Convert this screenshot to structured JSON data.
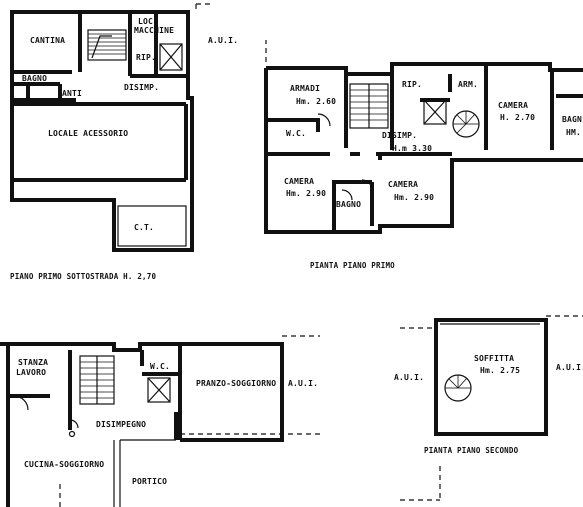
{
  "plans": {
    "basement": {
      "caption": "PIANO PRIMO SOTTOSTRADA  H. 2,70",
      "rooms": {
        "cantina": "CANTINA",
        "loc_macchine_1": "LOC.",
        "loc_macchine_2": "MACCHINE",
        "rip": "RIP.",
        "aui": "A.U.I.",
        "bagno": "BAGNO",
        "anti": "ANTI",
        "disimp": "DISIMP.",
        "locale_accessorio": "LOCALE  ACESSORIO",
        "ct": "C.T."
      }
    },
    "first_floor": {
      "caption": "PIANTA PIANO PRIMO",
      "rooms": {
        "armadi": "ARMADI",
        "armadi_h": "Hm. 2.60",
        "rip": "RIP.",
        "arm": "ARM.",
        "camera_1": "CAMERA",
        "camera_1_h": "H. 2.70",
        "bagno_cut_1": "BAGN",
        "bagno_cut_2": "HM.",
        "wc": "W.C.",
        "disimp": "DISIMP.",
        "disimp_h": "H.m 3.30",
        "camera_2": "CAMERA",
        "camera_2_h": "Hm. 2.90",
        "camera_3": "CAMERA",
        "camera_3_h": "Hm. 2.90",
        "bagno": "BAGNO"
      }
    },
    "ground_floor": {
      "rooms": {
        "stanza_1": "STANZA",
        "stanza_2": "LAVORO",
        "wc": "W.C.",
        "pranzo": "PRANZO-SOGGIORNO",
        "aui": "A.U.I.",
        "disimpegno": "DISIMPEGNO",
        "cucina": "CUCINA-SOGGIORNO",
        "portico": "PORTICO"
      }
    },
    "second_floor": {
      "caption": "PIANTA PIANO SECONDO",
      "rooms": {
        "soffitta": "SOFFITTA",
        "soffitta_h": "Hm. 2.75",
        "aui_left": "A.U.I.",
        "aui_right": "A.U.I."
      }
    }
  }
}
